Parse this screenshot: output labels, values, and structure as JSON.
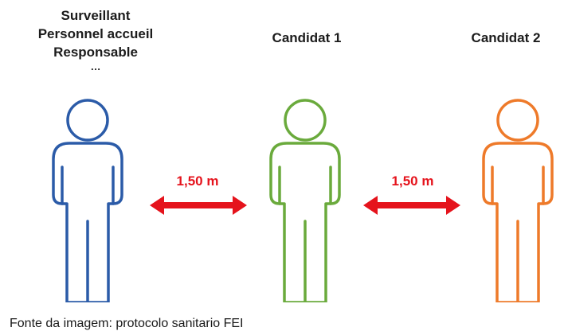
{
  "people": [
    {
      "label_lines": [
        "Surveillant",
        "Personnel accueil",
        "Responsable",
        "…"
      ],
      "color": "#2b5ba8",
      "icon": "person-icon"
    },
    {
      "label_lines": [
        "Candidat 1"
      ],
      "color": "#6aaa3c",
      "icon": "person-icon"
    },
    {
      "label_lines": [
        "Candidat 2"
      ],
      "color": "#ee7a2a",
      "icon": "person-icon"
    }
  ],
  "distances": [
    {
      "label": "1,50 m",
      "color": "#e5131c",
      "icon": "double-arrow-icon"
    },
    {
      "label": "1,50 m",
      "color": "#e5131c",
      "icon": "double-arrow-icon"
    }
  ],
  "caption": "Fonte da imagem: protocolo sanitario FEI"
}
